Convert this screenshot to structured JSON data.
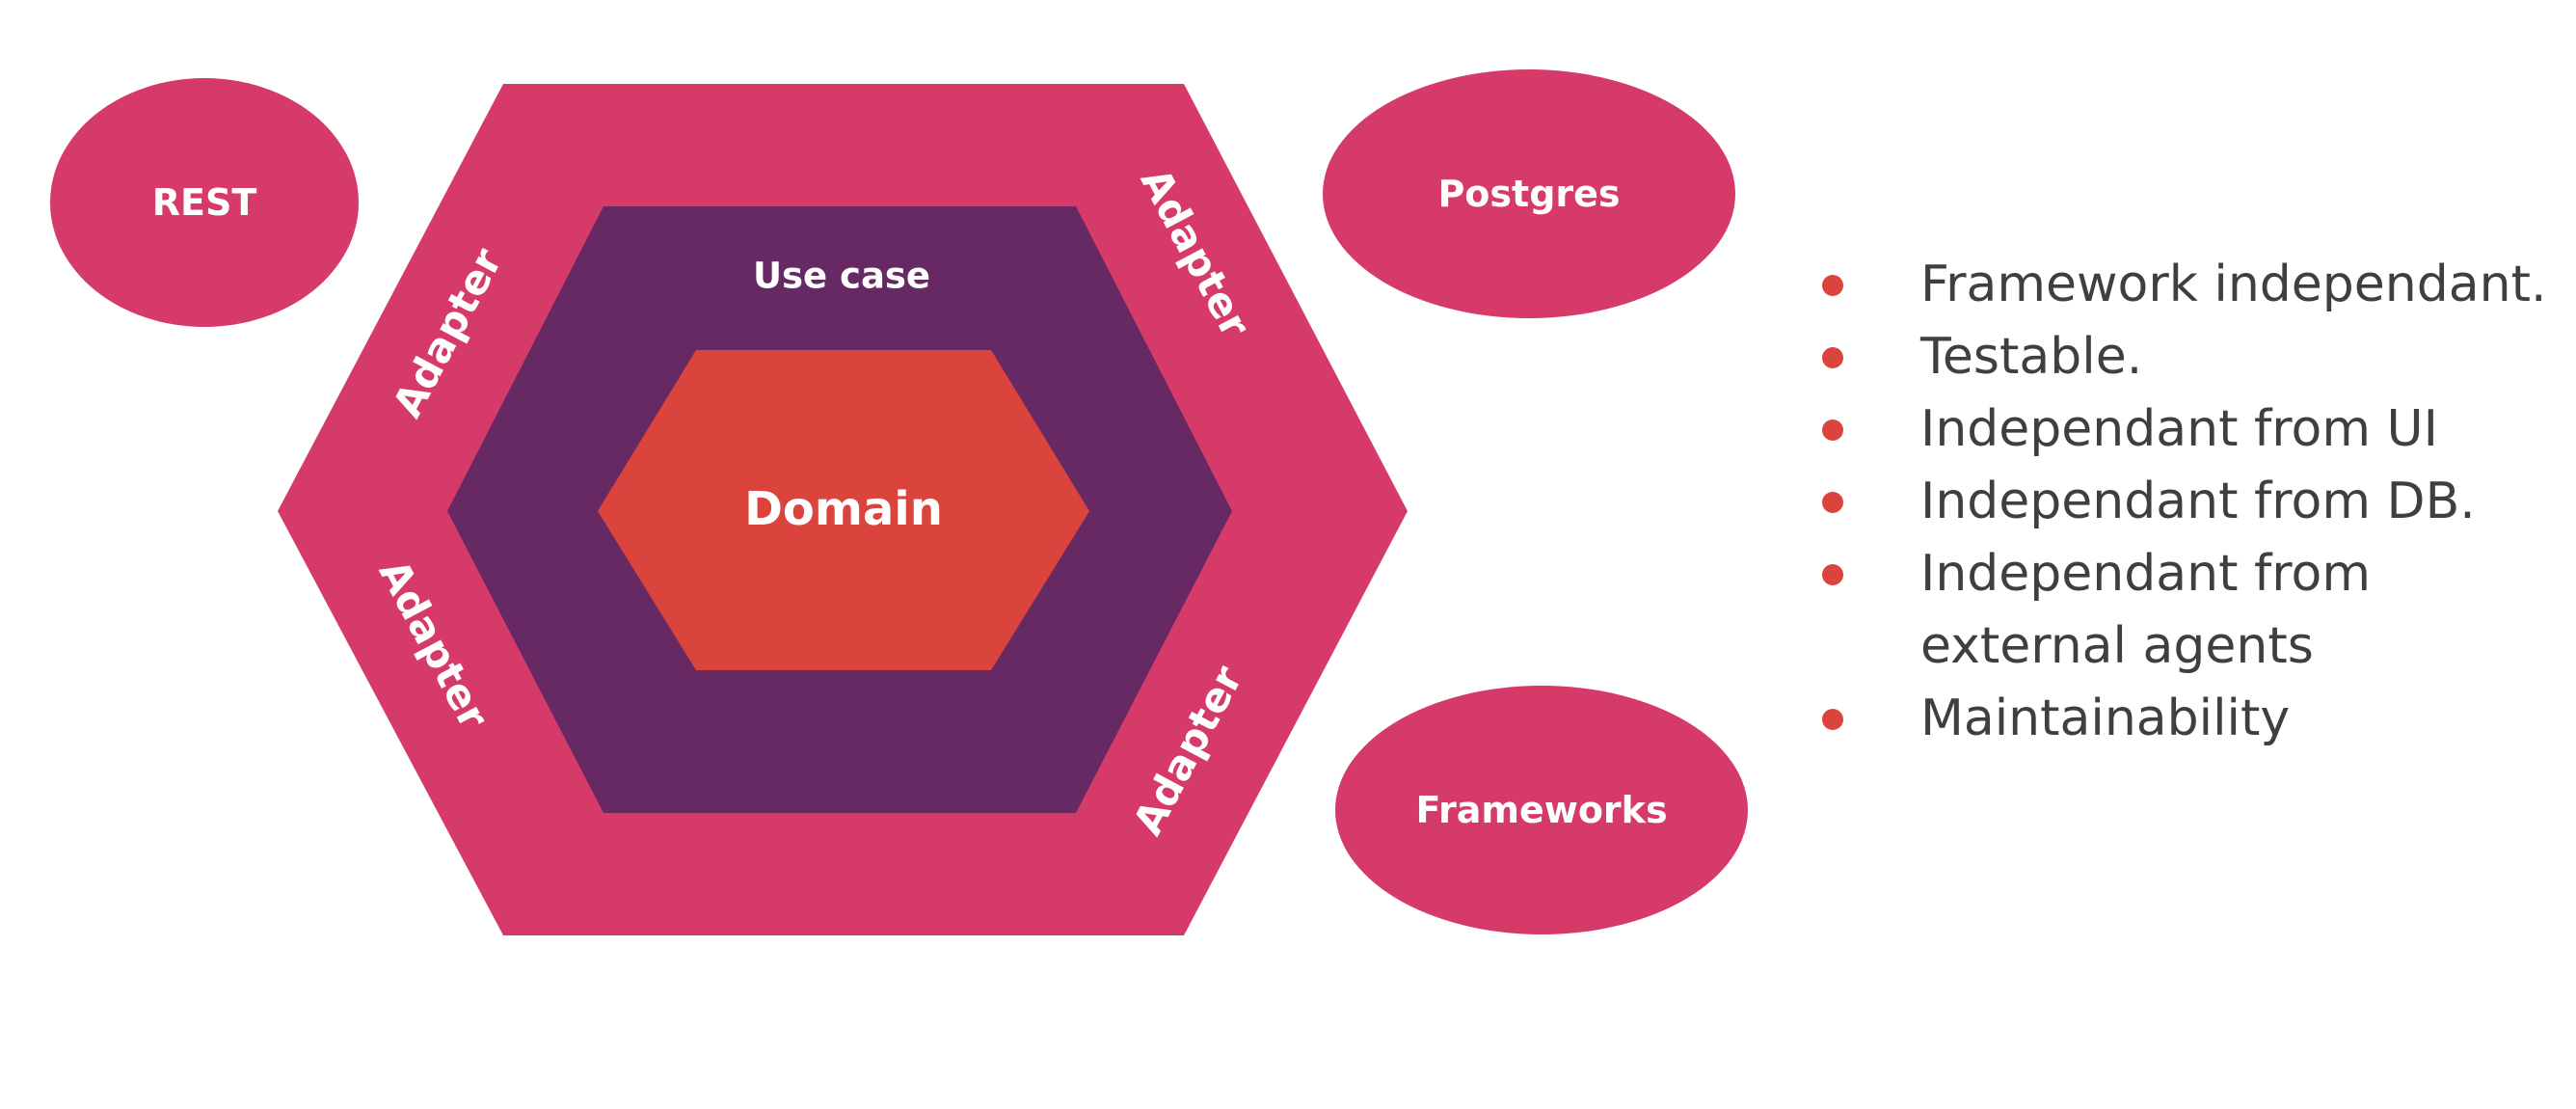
{
  "colors": {
    "outer_ring": "#d63a68",
    "middle_ring": "#672963",
    "core": "#db443d",
    "node_fill": "#d63a68",
    "bullet": "#db443d",
    "text_dark": "#3f3f3f"
  },
  "hexagon": {
    "core_label": "Domain",
    "middle_label": "Use case",
    "adapter_labels": [
      "Adapter",
      "Adapter",
      "Adapter",
      "Adapter"
    ]
  },
  "external_nodes": {
    "rest": "REST",
    "postgres": "Postgres",
    "frameworks": "Frameworks"
  },
  "benefits": [
    "Framework independant.",
    "Testable.",
    "Independant from UI",
    "Independant from DB.",
    "Independant from external agents",
    "Maintainability"
  ]
}
